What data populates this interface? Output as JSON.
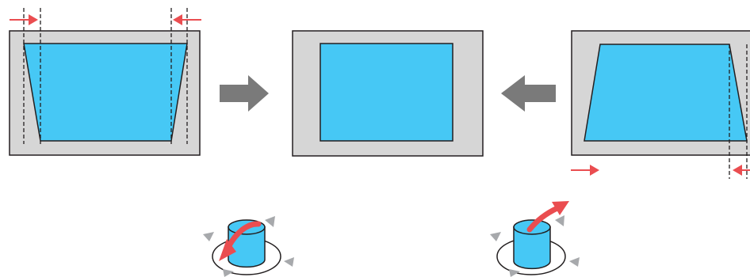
{
  "colors": {
    "screen_bg": "#d6d6d6",
    "image_fill": "#46c8f5",
    "outline": "#231f20",
    "arrow_red": "#ea4d50",
    "arrow_grey": "#7a7a7a",
    "knob_grey": "#a7a9ac"
  },
  "panels": [
    {
      "id": "left-keystone",
      "description_icon": "trapezoid-wide-top"
    },
    {
      "id": "center-corrected",
      "description_icon": "rectangle"
    },
    {
      "id": "right-keystone",
      "description_icon": "trapezoid-wide-bottom"
    }
  ],
  "icons": {
    "flow_arrow_right": "arrow-right-icon",
    "flow_arrow_left": "arrow-left-icon",
    "knob_left": "rotate-down-knob-icon",
    "knob_right": "rotate-up-knob-icon"
  }
}
